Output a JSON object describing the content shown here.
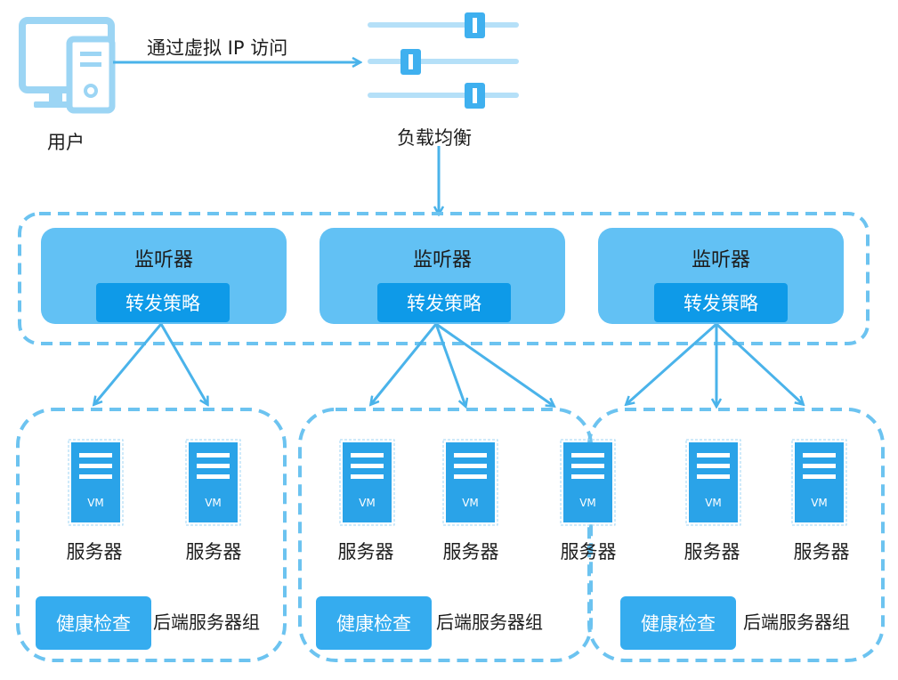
{
  "top": {
    "user_label": "用户",
    "access_label": "通过虚拟 IP 访问",
    "lb_label": "负载均衡"
  },
  "listeners": [
    {
      "title": "监听器",
      "policy": "转发策略"
    },
    {
      "title": "监听器",
      "policy": "转发策略"
    },
    {
      "title": "监听器",
      "policy": "转发策略"
    }
  ],
  "groups": [
    {
      "servers": [
        {
          "label": "服务器",
          "vm": "VM"
        },
        {
          "label": "服务器",
          "vm": "VM"
        }
      ],
      "health_check": "健康检查",
      "group_label": "后端服务器组"
    },
    {
      "servers": [
        {
          "label": "服务器",
          "vm": "VM"
        },
        {
          "label": "服务器",
          "vm": "VM"
        },
        {
          "label": "服务器",
          "vm": "VM"
        }
      ],
      "health_check": "健康检查",
      "group_label": "后端服务器组"
    },
    {
      "servers": [
        {
          "label": "服务器",
          "vm": "VM"
        },
        {
          "label": "服务器",
          "vm": "VM"
        }
      ],
      "health_check": "健康检查",
      "group_label": "后端服务器组"
    }
  ],
  "colors": {
    "line": "#4ab3ea",
    "dash": "#6cc3f0",
    "listener_fill": "#62c1f4",
    "pill_fill": "#0e9ae8",
    "vm_fill": "#2aa3e8"
  },
  "icons": {
    "user": "computer-icon",
    "lb": "load-balancer-icon",
    "server": "server-vm-icon"
  }
}
